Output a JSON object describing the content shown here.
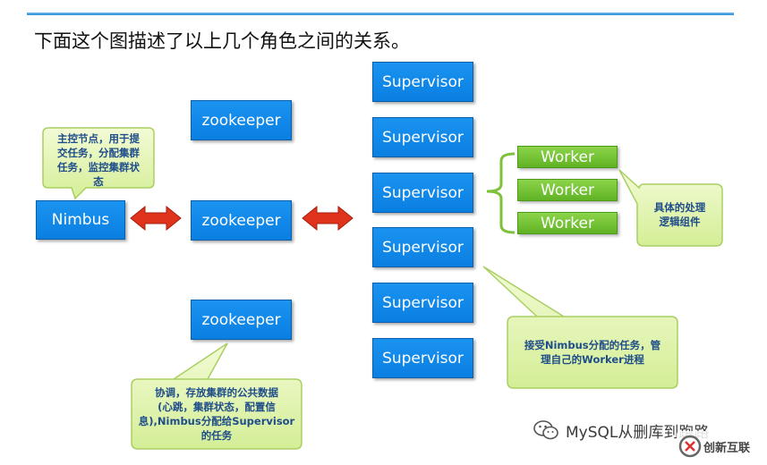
{
  "heading": "下面这个图描述了以上几个角色之间的关系。",
  "nimbus": "Nimbus",
  "zookeepers": [
    "zookeeper",
    "zookeeper",
    "zookeeper"
  ],
  "supervisors": [
    "Supervisor",
    "Supervisor",
    "Supervisor",
    "Supervisor",
    "Supervisor",
    "Supervisor"
  ],
  "workers": [
    "Worker",
    "Worker",
    "Worker"
  ],
  "callouts": {
    "nimbus": [
      "主控节点，用于提",
      "交任务，分配集群",
      "任务，监控集群状",
      "态"
    ],
    "worker": [
      "具体的处理",
      "逻辑组件"
    ],
    "supervisor": [
      "接受Nimbus分配的任务，管",
      "理自己的Worker进程"
    ],
    "zookeeper": [
      "协调，存放集群的公共数据",
      "(心跳，集群状态，配置信",
      "息),Nimbus分配给Supervisor",
      "的任务"
    ]
  },
  "watermark": {
    "text": "MySQL从删库到跑路",
    "logo_text": "创新互联",
    "icon": "wechat-icon"
  },
  "colors": {
    "blue_box": "#0a7fe2",
    "green_box": "#6cbf2c",
    "callout_fill": "#e3f5b3",
    "arrow_red": "#e0331c"
  }
}
